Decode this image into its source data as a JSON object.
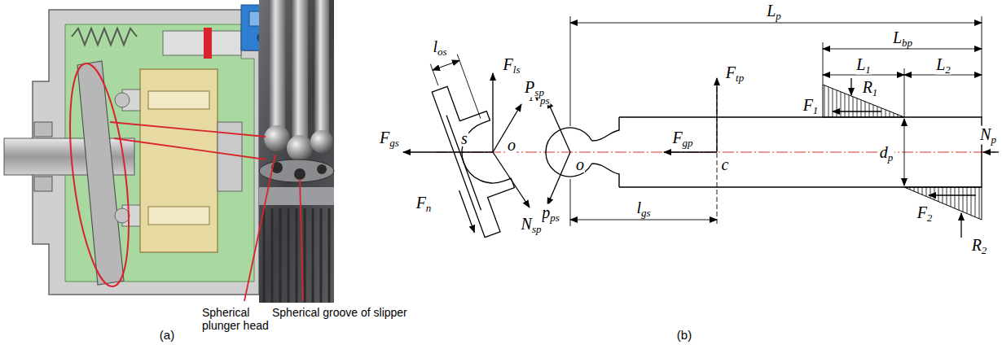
{
  "diagram": {
    "labels": [
      "Spherical plunger head",
      "Spherical groove of slipper",
      "(a)",
      "los",
      "Fls",
      "o",
      "Nps",
      "Fgs",
      "s",
      "Fn",
      "pps",
      "Lp",
      "Lbp",
      "L1",
      "L2",
      "R1",
      "F1",
      "dp",
      "F2",
      "R2",
      "Psp",
      "o",
      "Fgp",
      "c",
      "Ftp",
      "Np",
      "Nsp",
      "lgs",
      "(b)"
    ]
  }
}
